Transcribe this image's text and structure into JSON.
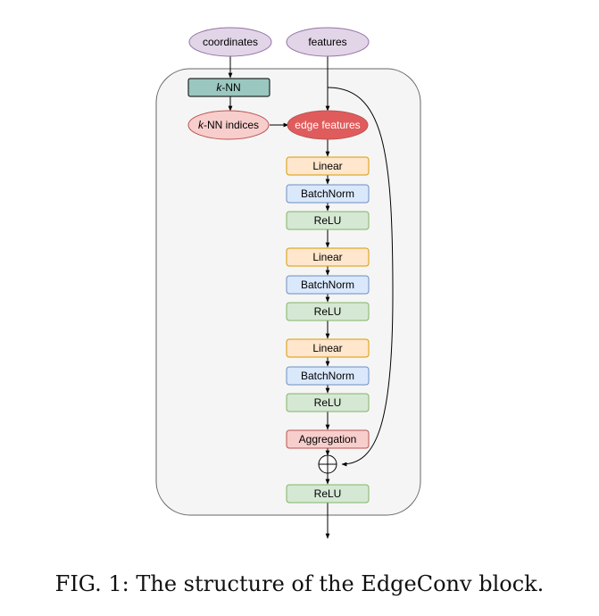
{
  "nodes": {
    "coordinates": "coordinates",
    "features": "features",
    "knn_k": "k",
    "knn_rest": "-NN",
    "knn_indices_k": "k",
    "knn_indices_rest": "-NN indices",
    "edge_features": "edge features",
    "linear_1": "Linear",
    "batchnorm_1": "BatchNorm",
    "relu_1": "ReLU",
    "linear_2": "Linear",
    "batchnorm_2": "BatchNorm",
    "relu_2": "ReLU",
    "linear_3": "Linear",
    "batchnorm_3": "BatchNorm",
    "relu_3": "ReLU",
    "aggregation": "Aggregation",
    "relu_out": "ReLU"
  },
  "caption": "FIG. 1: The structure of the EdgeConv block.",
  "colors": {
    "input_fill": "#e1d5e7",
    "input_stroke": "#9673a6",
    "knn_fill": "#9ac7bf",
    "knn_stroke": "#000000",
    "indices_fill": "#f8cecc",
    "indices_stroke": "#b85450",
    "edge_fill": "#e05c5c",
    "edge_stroke": "#b85450",
    "linear_fill": "#ffe6cc",
    "linear_stroke": "#d79b00",
    "batchnorm_fill": "#dae8fc",
    "batchnorm_stroke": "#6c8ebf",
    "relu_fill": "#d5e8d4",
    "relu_stroke": "#82b366",
    "agg_fill": "#f8cecc",
    "agg_stroke": "#b85450",
    "container_fill": "#f5f5f5",
    "container_stroke": "#666666"
  }
}
